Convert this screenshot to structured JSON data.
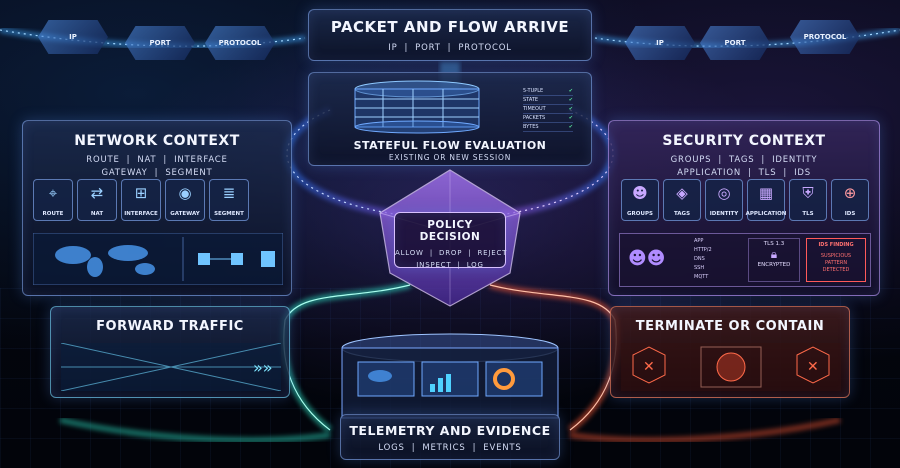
{
  "top": {
    "title": "PACKET AND FLOW ARRIVE",
    "subtitle": "IP  |  PORT  |  PROTOCOL",
    "tags_left": [
      "IP",
      "PORT",
      "PROTOCOL"
    ],
    "tags_right": [
      "IP",
      "PORT",
      "PROTOCOL"
    ]
  },
  "stateful": {
    "title": "STATEFUL FLOW EVALUATION",
    "subtitle": "EXISTING OR NEW SESSION",
    "checklist": [
      "5-TUPLE",
      "STATE",
      "TIMEOUT",
      "PACKETS",
      "BYTES"
    ]
  },
  "network": {
    "title": "NETWORK CONTEXT",
    "line1": "ROUTE  |  NAT  |  INTERFACE",
    "line2": "GATEWAY  |  SEGMENT",
    "tiles": [
      {
        "label": "ROUTE",
        "icon": "route-icon"
      },
      {
        "label": "NAT",
        "icon": "nat-icon"
      },
      {
        "label": "INTERFACE",
        "icon": "ethernet-port-icon"
      },
      {
        "label": "GATEWAY",
        "icon": "router-icon"
      },
      {
        "label": "SEGMENT",
        "icon": "layers-icon"
      }
    ]
  },
  "security": {
    "title": "SECURITY CONTEXT",
    "line1": "GROUPS  |  TAGS  |  IDENTITY",
    "line2": "APPLICATION  |  TLS  |  IDS",
    "tiles": [
      {
        "label": "GROUPS",
        "icon": "users-icon"
      },
      {
        "label": "TAGS",
        "icon": "tag-icon"
      },
      {
        "label": "IDENTITY",
        "icon": "fingerprint-icon"
      },
      {
        "label": "APPLICATION",
        "icon": "app-grid-icon"
      },
      {
        "label": "TLS",
        "icon": "shield-icon"
      },
      {
        "label": "IDS",
        "icon": "radar-icon"
      }
    ],
    "apps": [
      "APP",
      "HTTP/2",
      "DNS",
      "SSH",
      "MQTT"
    ],
    "tls_title": "TLS 1.3",
    "tls_status": "ENCRYPTED",
    "ids_title": "IDS FINDING",
    "ids_text": "SUSPICIOUS PATTERN DETECTED"
  },
  "policy": {
    "title": "POLICY DECISION",
    "line1": "ALLOW  |  DROP  |  REJECT",
    "line2": "INSPECT  |  LOG"
  },
  "forward": {
    "title": "FORWARD TRAFFIC"
  },
  "terminate": {
    "title": "TERMINATE OR CONTAIN"
  },
  "telemetry": {
    "title": "TELEMETRY AND EVIDENCE",
    "subtitle": "LOGS  |  METRICS  |  EVENTS"
  },
  "colors": {
    "blue": "#3fa9ff",
    "purple": "#9b5cff",
    "teal": "#2ee6c8",
    "red": "#ff5a36"
  }
}
